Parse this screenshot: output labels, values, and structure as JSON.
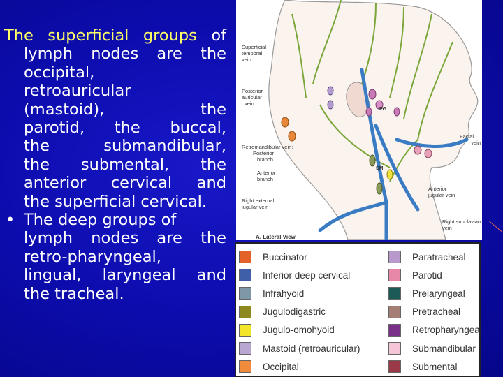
{
  "text": {
    "p1_highlight": "The superficial groups",
    "p1_line1": "of",
    "p1_line2": "lymph nodes are the",
    "p1_line3": "occipital,",
    "p1_line4": "retroauricular",
    "p1_line5": "(mastoid), the",
    "p1_line6": "parotid, the buccal,",
    "p1_line7": "the submandibular,",
    "p1_line8": "the submental, the",
    "p1_line9": "anterior cervical and",
    "p1_line10": "the superficial cervical.",
    "bullet": "•",
    "p2_line1": "The deep groups of",
    "p2_line2": "lymph nodes are the",
    "p2_line3": "retro-pharyngeal,",
    "p2_line4": "lingual, laryngeal and",
    "p2_line5": "the tracheal."
  },
  "diagram": {
    "l1a": "Superficial",
    "l1b": "temporal",
    "l1c": "vein",
    "l2a": "Posterior",
    "l2b": "auricular",
    "l2c": "vein",
    "l3a": "Retromandibular vein:",
    "l3b": "Posterior",
    "l3c": "branch",
    "l4a": "Anterior",
    "l4b": "branch",
    "l5a": "Right external",
    "l5b": "jugular vein",
    "l6a": "Facial",
    "l6b": "vein",
    "l7a": "Anterior",
    "l7b": "jugular vein",
    "l8a": "Right subclavian",
    "l8b": "vein",
    "pg": "PG",
    "sm": "SM",
    "view": "A. Lateral View"
  },
  "legend": {
    "left": [
      {
        "label": "Buccinator",
        "color": "#e2622a"
      },
      {
        "label": "Inferior deep cervical",
        "color": "#3f5fa8"
      },
      {
        "label": "Infrahyoid",
        "color": "#7f98a8"
      },
      {
        "label": "Jugulodigastric",
        "color": "#8c8a1e"
      },
      {
        "label": "Jugulo-omohyoid",
        "color": "#f3e52a"
      },
      {
        "label": "Mastoid (retroauricular)",
        "color": "#b9a7d2"
      },
      {
        "label": "Occipital",
        "color": "#f08a3c"
      }
    ],
    "right": [
      {
        "label": "Paratracheal",
        "color": "#b79acb"
      },
      {
        "label": "Parotid",
        "color": "#e888a8"
      },
      {
        "label": "Prelaryngeal",
        "color": "#1c5a58"
      },
      {
        "label": "Pretracheal",
        "color": "#a47e74"
      },
      {
        "label": "Retropharyngeal",
        "color": "#7a2f88"
      },
      {
        "label": "Submandibular",
        "color": "#f4c6d8"
      },
      {
        "label": "Submental",
        "color": "#9a3a48"
      }
    ]
  }
}
